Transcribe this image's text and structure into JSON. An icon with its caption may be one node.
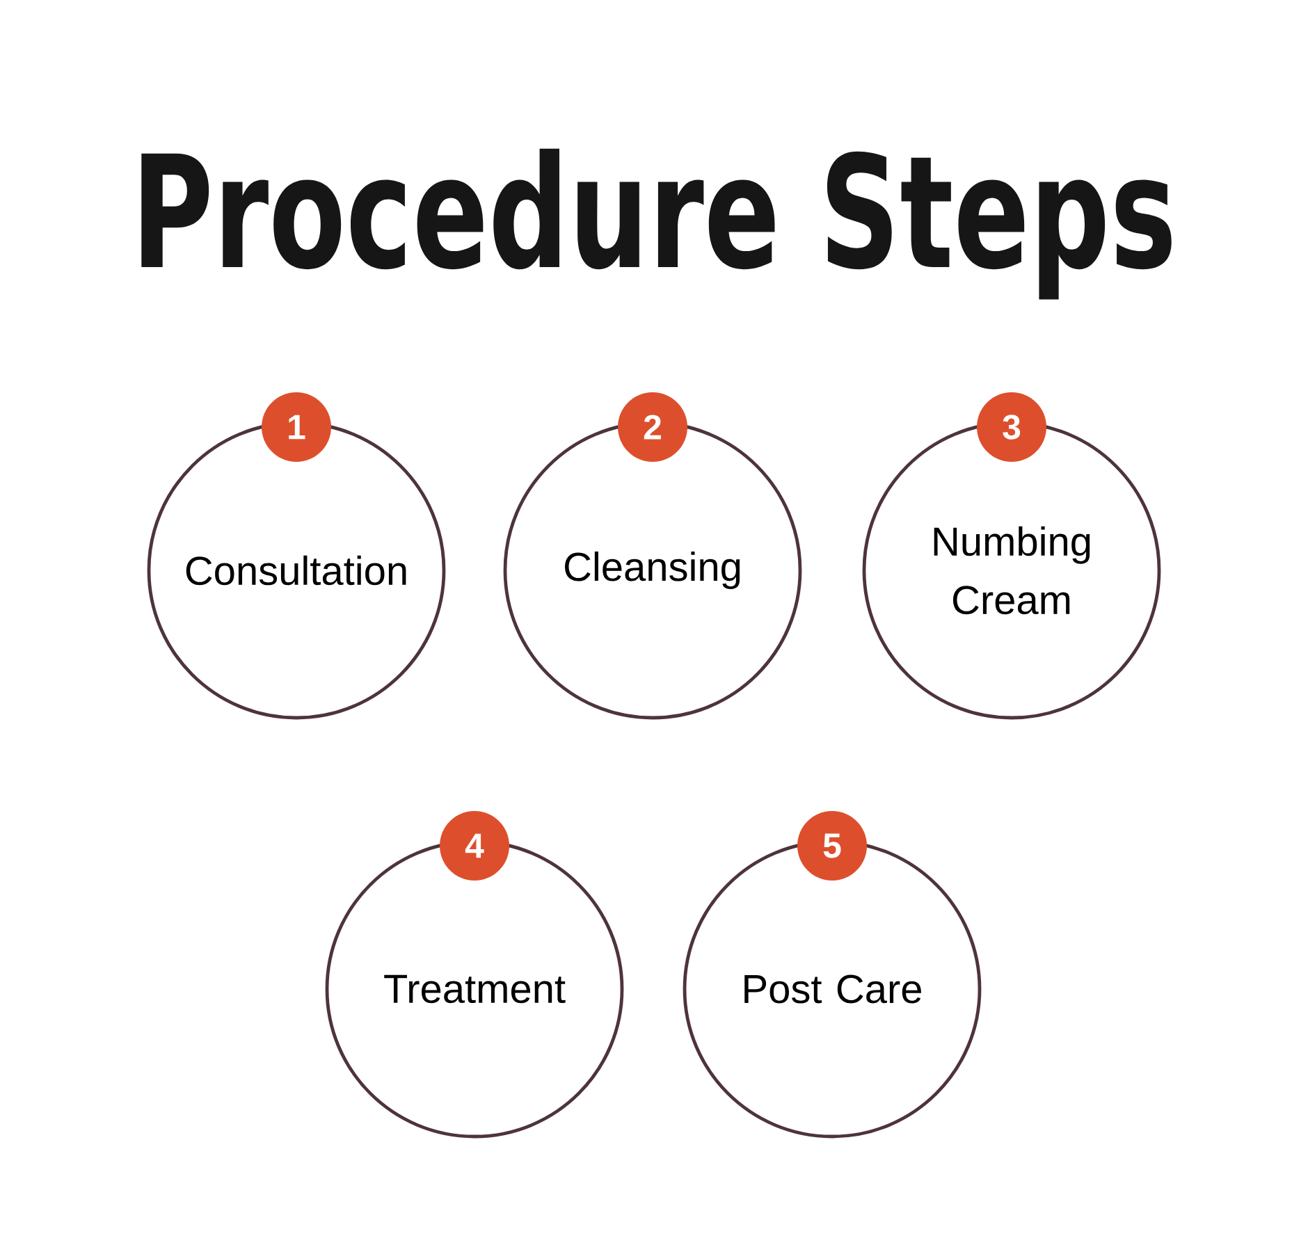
{
  "diagram": {
    "title": "Procedure Steps",
    "nodes": [
      {
        "text": [
          "1"
        ]
      },
      {
        "text": [
          "Consultation"
        ]
      },
      {
        "text": [
          "2"
        ]
      },
      {
        "text": [
          "Cleansing"
        ]
      },
      {
        "text": [
          "3"
        ]
      },
      {
        "text": [
          "Numbing Cream"
        ]
      },
      {
        "text": [
          "4"
        ]
      },
      {
        "text": [
          "Treatment"
        ]
      },
      {
        "text": [
          "5"
        ]
      },
      {
        "text": [
          "Post Care"
        ]
      }
    ]
  }
}
